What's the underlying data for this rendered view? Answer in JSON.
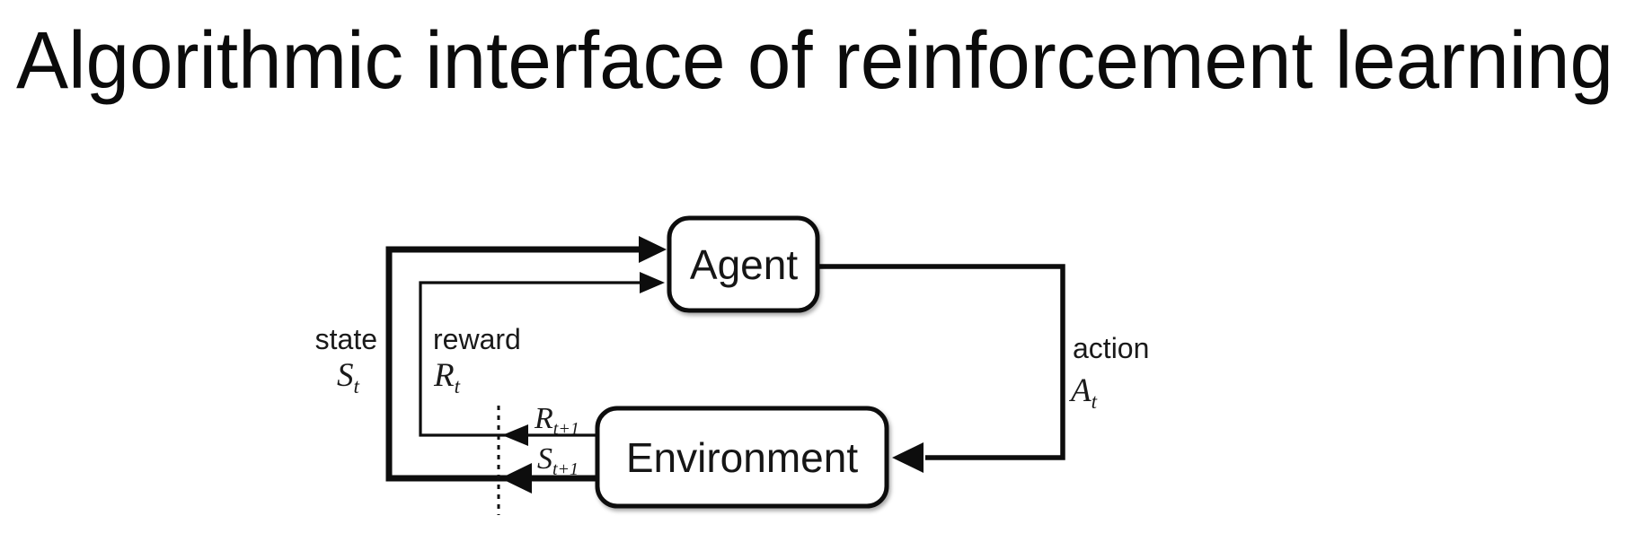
{
  "title": "Algorithmic interface of reinforcement learning",
  "diagram": {
    "nodes": {
      "agent": {
        "label": "Agent"
      },
      "environment": {
        "label": "Environment"
      }
    },
    "labels": {
      "state": {
        "word": "state",
        "symbol": "S",
        "subscript": "t"
      },
      "reward": {
        "word": "reward",
        "symbol": "R",
        "subscript": "t"
      },
      "action": {
        "word": "action",
        "symbol": "A",
        "subscript": "t"
      },
      "next_reward": {
        "symbol": "R",
        "subscript": "t+1"
      },
      "next_state": {
        "symbol": "S",
        "subscript": "t+1"
      }
    },
    "colors": {
      "ink": "#0d0d0d",
      "background": "#ffffff",
      "text": "#1a1a1a"
    }
  }
}
